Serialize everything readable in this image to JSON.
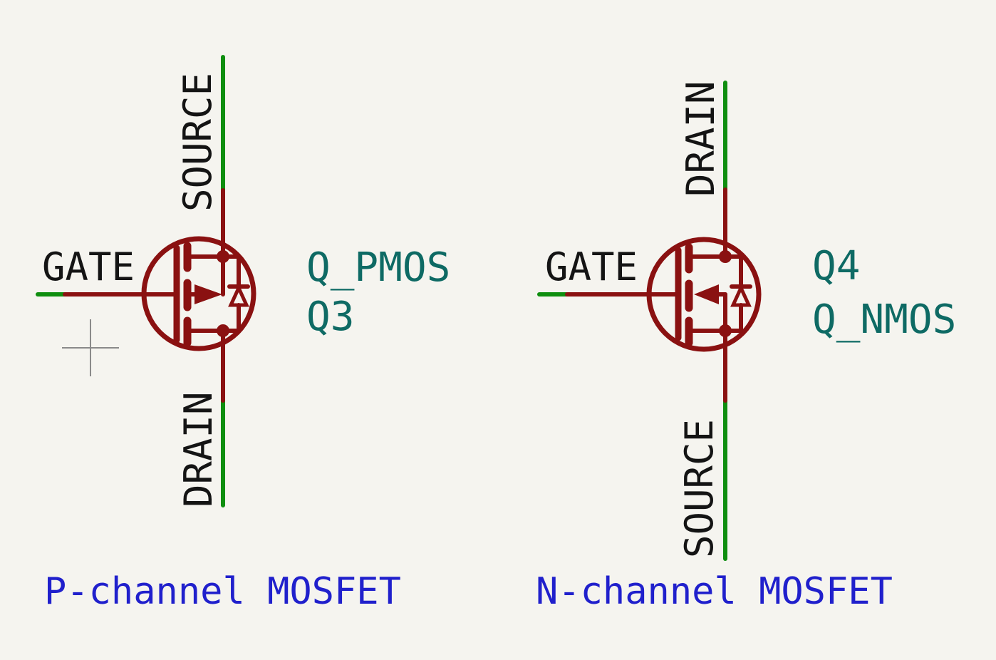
{
  "colors": {
    "background": "#F5F4EF",
    "symbol": "#8A1111",
    "wire": "#0F8E0F",
    "pin_name_text": "#141414",
    "field_text": "#0E6A64",
    "note_text": "#2020CC",
    "crosshair": "#8A8A8A",
    "grid_dot": "#CDCDC5"
  },
  "pmos": {
    "reference": "Q3",
    "value": "Q_PMOS",
    "pin_labels": {
      "gate": "GATE",
      "top": "SOURCE",
      "bottom": "DRAIN"
    }
  },
  "nmos": {
    "reference": "Q4",
    "value": "Q_NMOS",
    "pin_labels": {
      "gate": "GATE",
      "top": "DRAIN",
      "bottom": "SOURCE"
    }
  },
  "captions": {
    "pmos": "P-channel MOSFET",
    "nmos": "N-channel MOSFET"
  }
}
